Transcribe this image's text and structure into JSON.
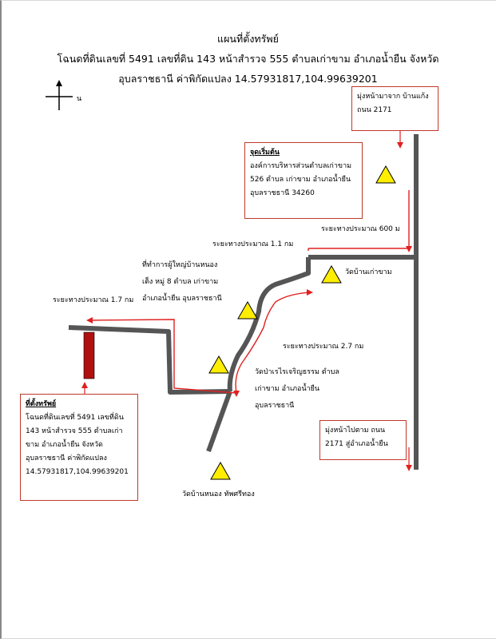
{
  "title": {
    "line1": "แผนที่ตั้งทรัพย์",
    "line2": "โฉนดที่ดินเลขที่ 5491 เลขที่ดิน 143 หน้าสำรวจ 555 ตำบลเก่าขาม อำเภอน้ำยืน จังหวัด",
    "line3": "อุบลราชธานี ค่าพิกัดแปลง 14.57931817,104.99639201"
  },
  "compass": {
    "north_label": "น"
  },
  "boxes": {
    "from_direction": {
      "text1": "มุ่งหน้ามาจาก บ้านแก้ง",
      "text2": "ถนน 2171"
    },
    "start_point": {
      "head": "จุดเริ่มต้น",
      "text1": "องค์การบริหารส่วนตำบลเก่าขาม",
      "text2": "526 ตำบล เก่าขาม อำเภอน้ำยืน",
      "text3": "อุบลราชธานี 34260"
    },
    "to_direction": {
      "text1": "มุ่งหน้าไปตาม ถนน",
      "text2": "2171 สู่อำเภอน้ำยืน"
    },
    "property": {
      "head": "ที่ตั้งทรัพย์",
      "text1": "โฉนดที่ดินเลขที่ 5491 เลขที่ดิน",
      "text2": "143 หน้าสำรวจ 555 ตำบลเก่า",
      "text3": "ขาม อำเภอน้ำยืน จังหวัด",
      "text4": "อุบลราชธานี ค่าพิกัดแปลง",
      "text5": "14.57931817,104.99639201"
    }
  },
  "labels": {
    "dist_600": "ระยะทางประมาณ 600 ม",
    "dist_1_1": "ระยะทางประมาณ 1.1 กม",
    "dist_1_7": "ระยะทางประมาณ 1.7 กม",
    "dist_2_7": "ระยะทางประมาณ 2.7 กม",
    "village_head_1": "ที่ทำการผู้ใหญ่บ้านหนอง",
    "village_head_2": "เต็ง หมู่ 8 ตำบล เก่าขาม",
    "village_head_3": "อำเภอน้ำยืน อุบลราชธานี",
    "wat_kao_kham": "วัดบ้านเก่าขาม",
    "wat_pa_1": "วัดป่าเรไรเจริญธรรม ตำบล",
    "wat_pa_2": "เก่าขาม อำเภอน้ำยืน",
    "wat_pa_3": "อุบลราชธานี",
    "wat_nong": "วัดบ้านหนอง ทัพศรีทอง"
  },
  "colors": {
    "road": "#555555",
    "route": "#e02020",
    "landmark": "#ffee00",
    "property": "#b01010",
    "box_border": "#c0392b"
  }
}
